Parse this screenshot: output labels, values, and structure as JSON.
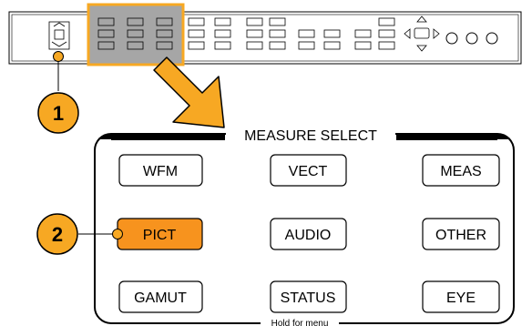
{
  "panel": {
    "title": "MEASURE SELECT",
    "hold_label": "Hold for menu",
    "buttons": [
      {
        "id": "wfm",
        "label": "WFM",
        "selected": false
      },
      {
        "id": "vect",
        "label": "VECT",
        "selected": false
      },
      {
        "id": "meas",
        "label": "MEAS",
        "selected": false
      },
      {
        "id": "pict",
        "label": "PICT",
        "selected": true
      },
      {
        "id": "audio",
        "label": "AUDIO",
        "selected": false
      },
      {
        "id": "other",
        "label": "OTHER",
        "selected": false
      },
      {
        "id": "gamut",
        "label": "GAMUT",
        "selected": false
      },
      {
        "id": "status",
        "label": "STATUS",
        "selected": false
      },
      {
        "id": "eye",
        "label": "EYE",
        "selected": false
      }
    ]
  },
  "callouts": [
    {
      "number": "1"
    },
    {
      "number": "2"
    }
  ],
  "colors": {
    "callout_fill": "#f7a823",
    "selected_fill": "#f7931e",
    "highlight_fill": "#a6a6a6",
    "highlight_border": "#f7a823",
    "frame_dark": "#000000"
  }
}
